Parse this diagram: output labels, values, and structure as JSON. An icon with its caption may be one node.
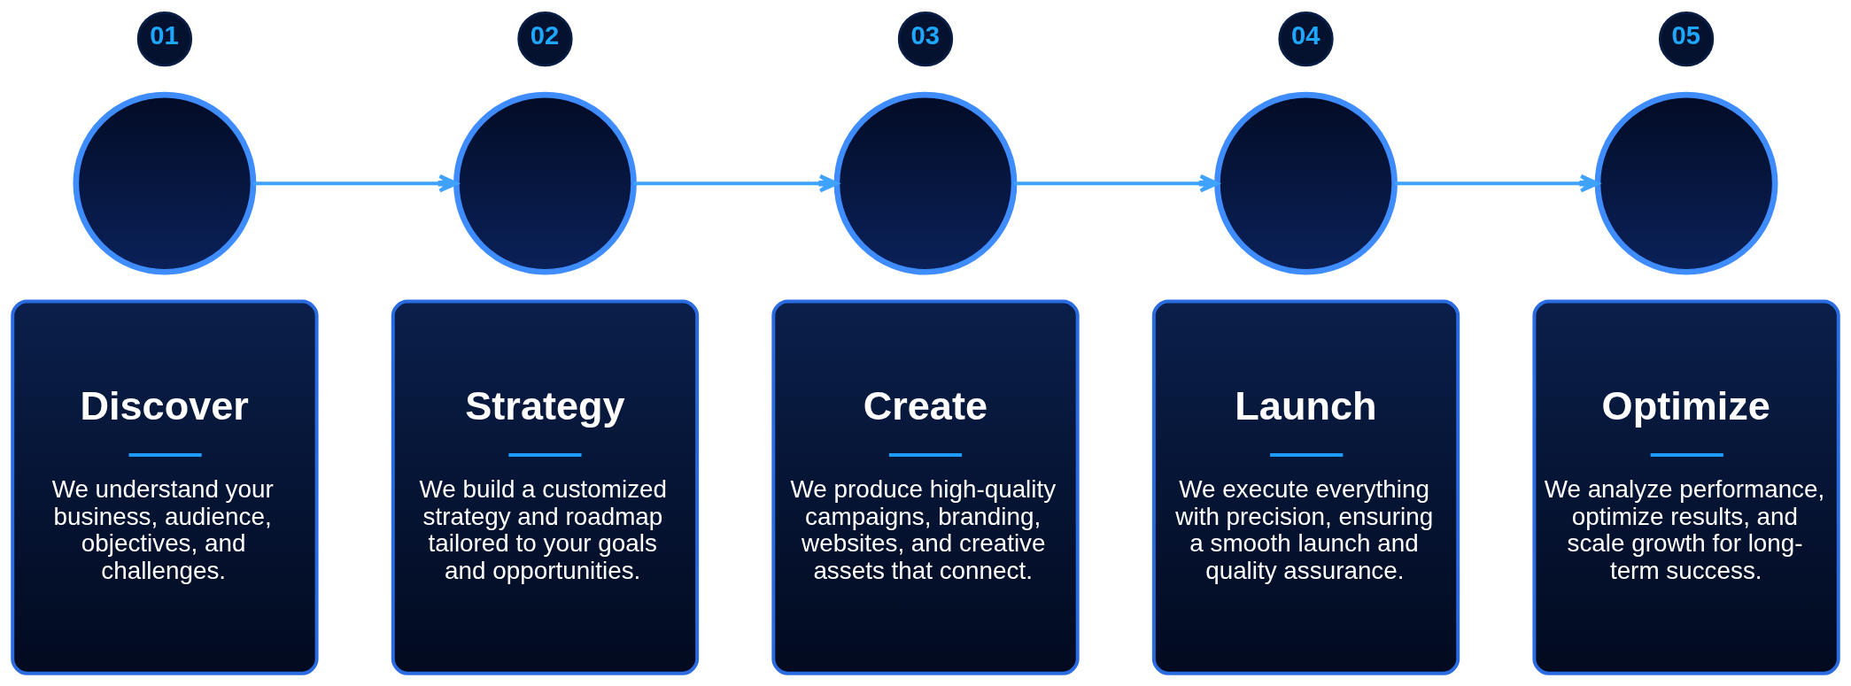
{
  "diagram": {
    "nodes": [
      {
        "text": [
          "01"
        ]
      },
      {
        "text": [],
        "shape": "circle"
      },
      {
        "text": [
          "Discover",
          "We understand your business, audience, objectives, and challenges."
        ]
      },
      {
        "text": [
          "02"
        ]
      },
      {
        "text": [],
        "shape": "circle"
      },
      {
        "text": [
          "Strategy",
          "We build a customized strategy and roadmap tailored to your goals and opportunities."
        ]
      },
      {
        "text": [
          "03"
        ]
      },
      {
        "text": [],
        "shape": "circle"
      },
      {
        "text": [
          "Create",
          "We produce high-quality campaigns, branding, websites, and creative assets that connect."
        ]
      },
      {
        "text": [
          "04"
        ]
      },
      {
        "text": [],
        "shape": "circle"
      },
      {
        "text": [
          "Launch",
          "We execute everything with precision, ensuring a smooth launch and quality assurance."
        ]
      },
      {
        "text": [
          "05"
        ]
      },
      {
        "text": [],
        "shape": "circle"
      },
      {
        "text": [
          "Optimize",
          "We analyze performance, optimize results, and scale growth for long-term success."
        ]
      }
    ],
    "edges": [
      {
        "from": 1,
        "to": 4,
        "arrow": "to"
      },
      {
        "from": 4,
        "to": 7,
        "arrow": "to"
      },
      {
        "from": 7,
        "to": 10,
        "arrow": "to"
      },
      {
        "from": 10,
        "to": 13,
        "arrow": "to"
      }
    ]
  }
}
